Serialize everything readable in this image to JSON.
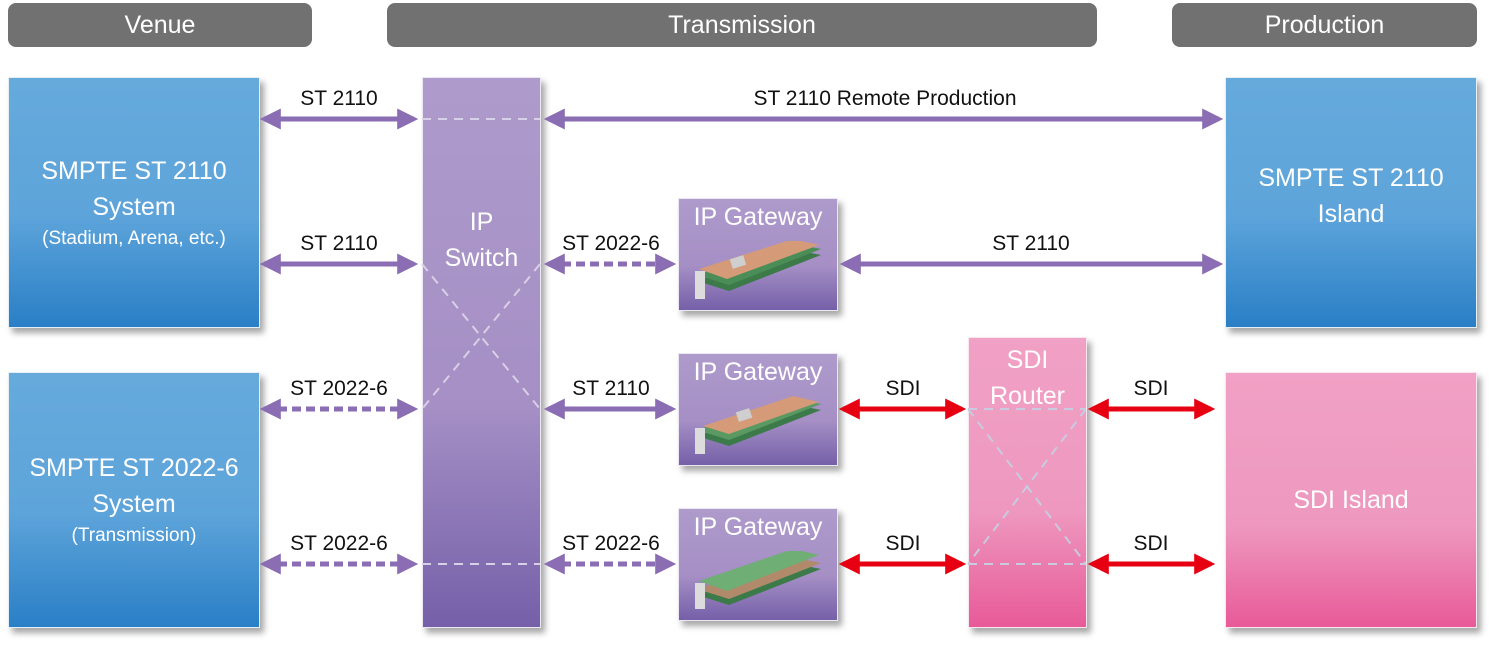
{
  "headers": {
    "venue": "Venue",
    "transmission": "Transmission",
    "production": "Production"
  },
  "nodes": {
    "st2110_system": {
      "line1": "SMPTE ST 2110",
      "line2": "System",
      "line3": "(Stadium, Arena, etc.)"
    },
    "st2022_system": {
      "line1": "SMPTE ST 2022-6",
      "line2": "System",
      "line3": "(Transmission)"
    },
    "ip_switch": {
      "line1": "IP",
      "line2": "Switch"
    },
    "gateway_1": {
      "title": "IP Gateway"
    },
    "gateway_2": {
      "title": "IP Gateway"
    },
    "gateway_3": {
      "title": "IP Gateway"
    },
    "sdi_router": {
      "line1": "SDI",
      "line2": "Router"
    },
    "st2110_island": {
      "line1": "SMPTE ST 2110",
      "line2": "Island"
    },
    "sdi_island": {
      "line1": "SDI Island"
    }
  },
  "links": {
    "venue_a_switch": "ST 2110",
    "venue_b_switch": "ST 2110",
    "venue_c_switch": "ST 2022-6",
    "venue_d_switch": "ST 2022-6",
    "remote_production": "ST 2110 Remote Production",
    "switch_gw1": "ST 2022-6",
    "gw1_island": "ST 2110",
    "switch_gw2": "ST 2110",
    "gw2_router": "SDI",
    "switch_gw3": "ST 2022-6",
    "gw3_router": "SDI",
    "router_island_a": "SDI",
    "router_island_b": "SDI"
  },
  "legend_colors": {
    "ip_link": "#8a6db3",
    "sdi_link": "#e60012",
    "ip_device": "#a892c7",
    "st2110_domain": "#5da4da",
    "sdi_domain": "#ee98bf",
    "header": "#717171"
  }
}
